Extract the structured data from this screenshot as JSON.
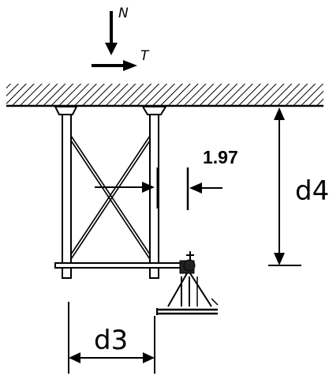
{
  "labels": {
    "force_n": "N",
    "force_t": "T",
    "value": "1.97",
    "dim_d3": "d3",
    "dim_d4": "d4"
  }
}
